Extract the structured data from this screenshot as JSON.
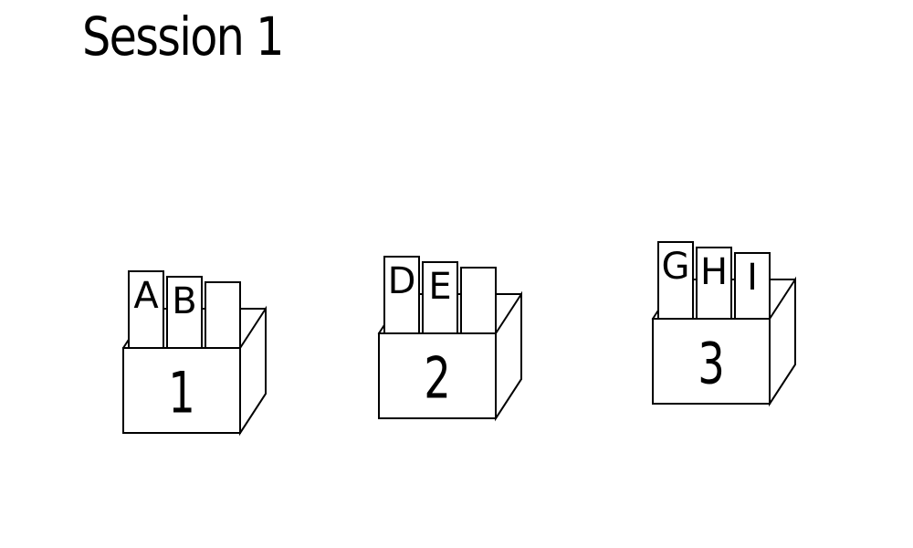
{
  "title": "Session 1",
  "boxes": [
    {
      "label": "1",
      "cards": [
        "A",
        "B",
        ""
      ]
    },
    {
      "label": "2",
      "cards": [
        "D",
        "E",
        ""
      ]
    },
    {
      "label": "3",
      "cards": [
        "G",
        "H",
        "I"
      ]
    }
  ]
}
